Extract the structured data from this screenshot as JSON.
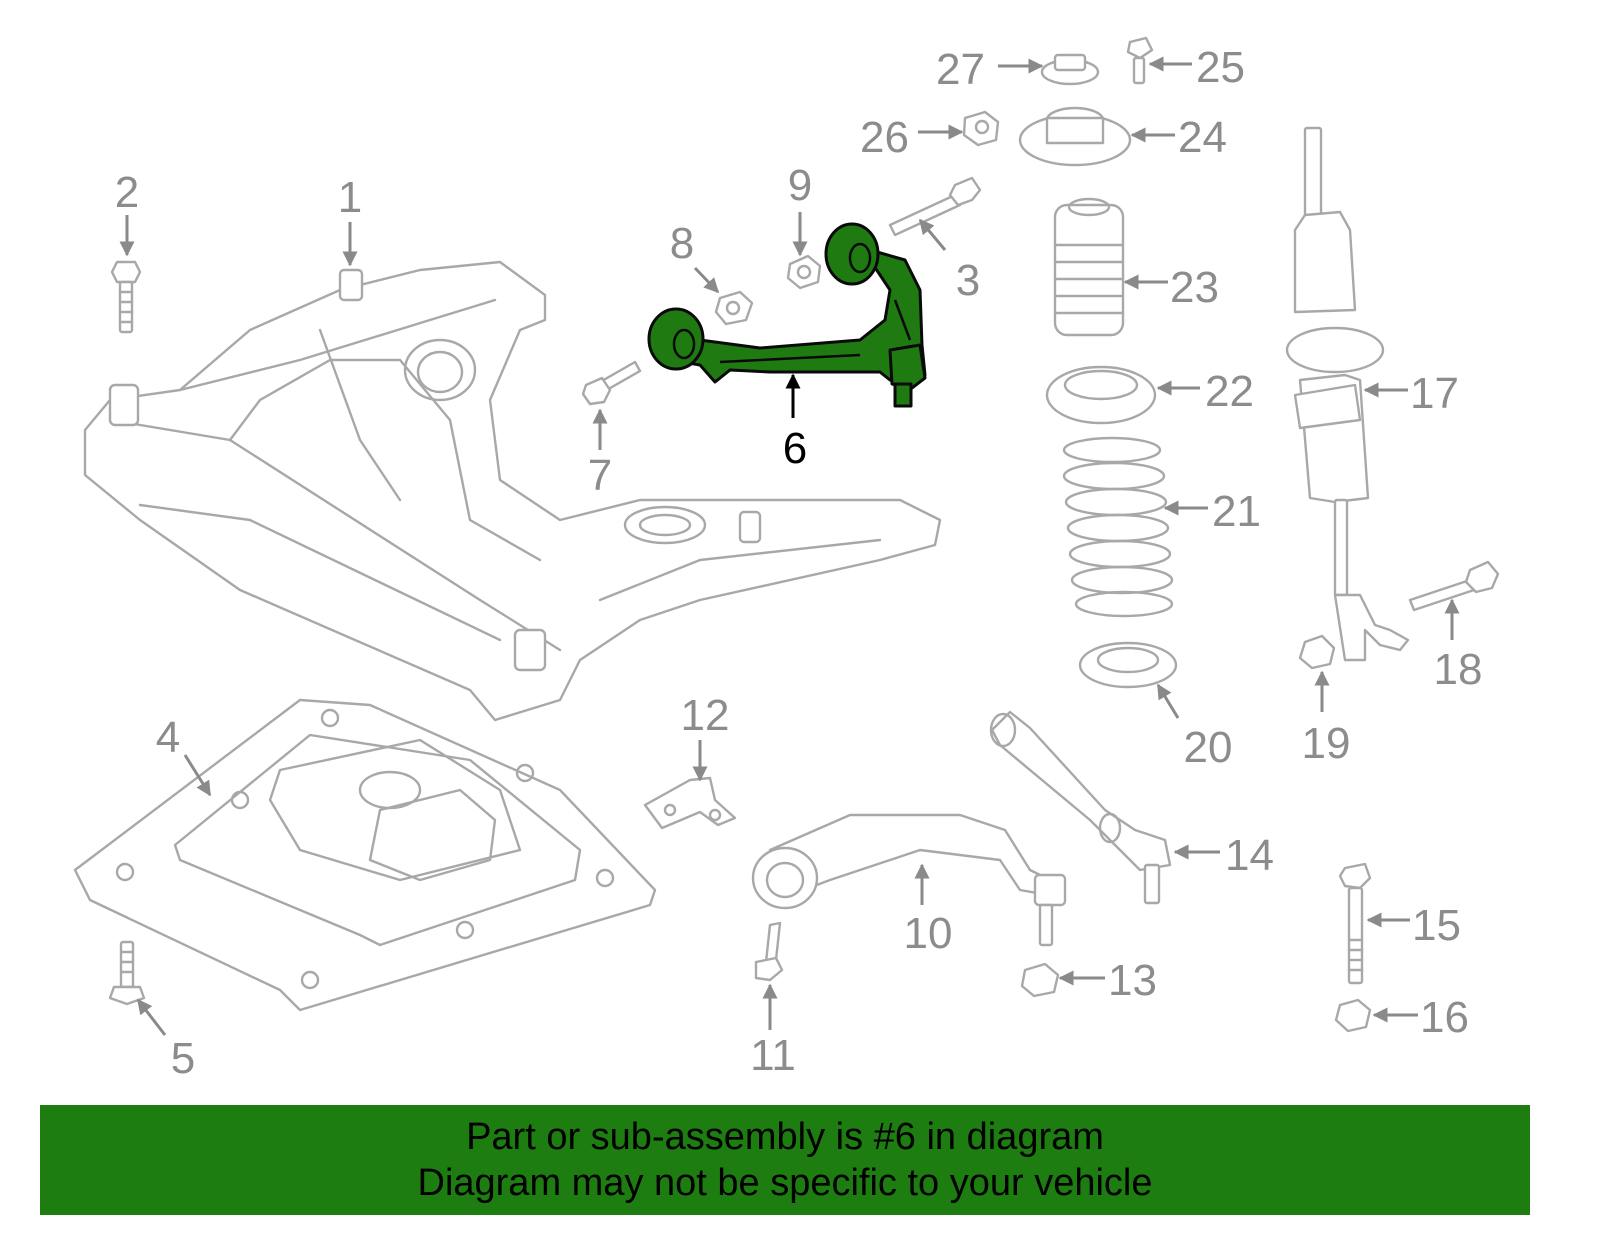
{
  "colors": {
    "highlight": "#1f7a12",
    "banner": "#1d7d10",
    "part_outline": "#a8a8a8",
    "callout_text": "#8c8c8c"
  },
  "highlighted_part": "6",
  "callouts": {
    "c1": "1",
    "c2": "2",
    "c3": "3",
    "c4": "4",
    "c5": "5",
    "c6": "6",
    "c7": "7",
    "c8": "8",
    "c9": "9",
    "c10": "10",
    "c11": "11",
    "c12": "12",
    "c13": "13",
    "c14": "14",
    "c15": "15",
    "c16": "16",
    "c17": "17",
    "c18": "18",
    "c19": "19",
    "c20": "20",
    "c21": "21",
    "c22": "22",
    "c23": "23",
    "c24": "24",
    "c25": "25",
    "c26": "26",
    "c27": "27"
  },
  "banner": {
    "line1": "Part or sub-assembly is #6 in diagram",
    "line2": "Diagram may not be specific to your vehicle"
  }
}
